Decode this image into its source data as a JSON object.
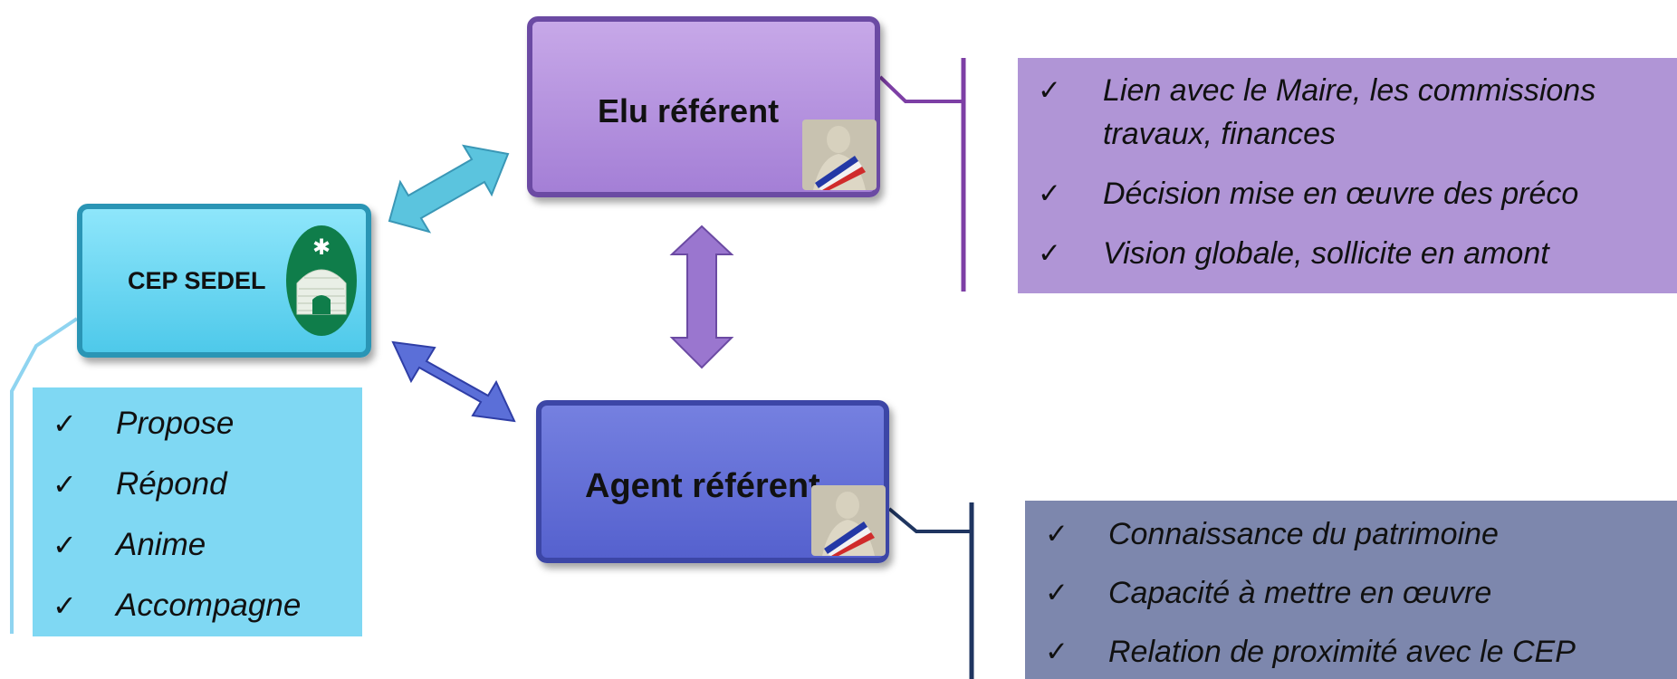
{
  "nodes": {
    "cep": {
      "label": "CEP SEDEL"
    },
    "elu": {
      "label": "Elu référent"
    },
    "agent": {
      "label": "Agent référent"
    }
  },
  "lists": {
    "cep": [
      "Propose",
      "Répond",
      "Anime",
      "Accompagne"
    ],
    "elu": [
      [
        "Lien avec le Maire, les commissions",
        "travaux, finances"
      ],
      [
        "Décision mise en œuvre des préco"
      ],
      [
        "Vision globale, sollicite en amont"
      ]
    ],
    "agent": [
      "Connaissance du patrimoine",
      "Capacité à mettre en œuvre",
      "Relation de proximité avec le CEP"
    ]
  },
  "check_glyph": "✓",
  "icons": {
    "cep_logo": "igloo-house-logo-icon",
    "elu_photo": "marianne-statue-icon",
    "agent_photo": "marianne-statue-icon"
  },
  "colors": {
    "cep_node": "#5fd2f0",
    "cep_box": "#7fd8f3",
    "elu_node": "#b593e0",
    "elu_box": "#b095d6",
    "agent_node": "#5f6ad8",
    "agent_box": "#7d87ad",
    "arrow_cep_elu": "#5bc4de",
    "arrow_elu_agent": "#9a76cf",
    "arrow_cep_agent": "#5b6fd8"
  }
}
